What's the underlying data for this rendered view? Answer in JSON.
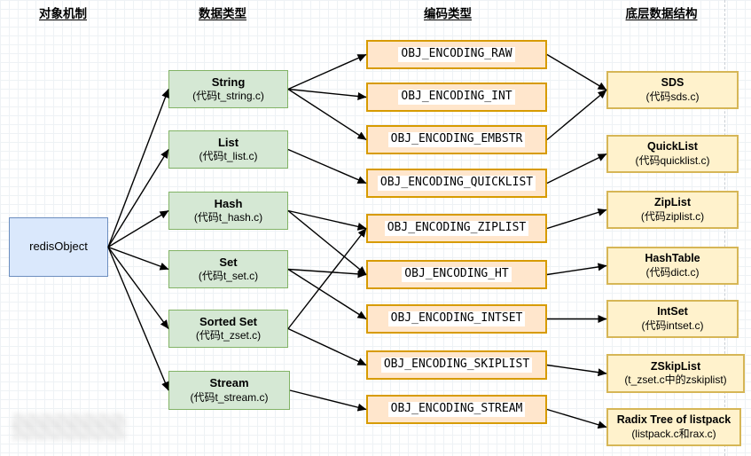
{
  "headers": {
    "col1": "对象机制",
    "col2": "数据类型",
    "col3": "编码类型",
    "col4": "底层数据结构"
  },
  "root": {
    "label": "redisObject"
  },
  "types": [
    {
      "title": "String",
      "sub": "(代码t_string.c)"
    },
    {
      "title": "List",
      "sub": "(代码t_list.c)"
    },
    {
      "title": "Hash",
      "sub": "(代码t_hash.c)"
    },
    {
      "title": "Set",
      "sub": "(代码t_set.c)"
    },
    {
      "title": "Sorted Set",
      "sub": "(代码t_zset.c)"
    },
    {
      "title": "Stream",
      "sub": "(代码t_stream.c)"
    }
  ],
  "encodings": [
    {
      "label": "OBJ_ENCODING_RAW"
    },
    {
      "label": "OBJ_ENCODING_INT"
    },
    {
      "label": "OBJ_ENCODING_EMBSTR"
    },
    {
      "label": "OBJ_ENCODING_QUICKLIST"
    },
    {
      "label": "OBJ_ENCODING_ZIPLIST"
    },
    {
      "label": "OBJ_ENCODING_HT"
    },
    {
      "label": "OBJ_ENCODING_INTSET"
    },
    {
      "label": "OBJ_ENCODING_SKIPLIST"
    },
    {
      "label": "OBJ_ENCODING_STREAM"
    }
  ],
  "structures": [
    {
      "title": "SDS",
      "sub": "(代码sds.c)"
    },
    {
      "title": "QuickList",
      "sub": "(代码quicklist.c)"
    },
    {
      "title": "ZipList",
      "sub": "(代码ziplist.c)"
    },
    {
      "title": "HashTable",
      "sub": "(代码dict.c)"
    },
    {
      "title": "IntSet",
      "sub": "(代码intset.c)"
    },
    {
      "title": "ZSkipList",
      "sub": "(t_zset.c中的zskiplist)"
    },
    {
      "title": "Radix Tree of listpack",
      "sub": "(listpack.c和rax.c)"
    }
  ],
  "edges": [
    {
      "from": "root",
      "to": "type-0"
    },
    {
      "from": "root",
      "to": "type-1"
    },
    {
      "from": "root",
      "to": "type-2"
    },
    {
      "from": "root",
      "to": "type-3"
    },
    {
      "from": "root",
      "to": "type-4"
    },
    {
      "from": "root",
      "to": "type-5"
    },
    {
      "from": "type-0",
      "to": "enc-0"
    },
    {
      "from": "type-0",
      "to": "enc-1"
    },
    {
      "from": "type-0",
      "to": "enc-2"
    },
    {
      "from": "type-1",
      "to": "enc-3"
    },
    {
      "from": "type-2",
      "to": "enc-4"
    },
    {
      "from": "type-2",
      "to": "enc-5"
    },
    {
      "from": "type-3",
      "to": "enc-5"
    },
    {
      "from": "type-3",
      "to": "enc-6"
    },
    {
      "from": "type-4",
      "to": "enc-4"
    },
    {
      "from": "type-4",
      "to": "enc-7"
    },
    {
      "from": "type-5",
      "to": "enc-8"
    },
    {
      "from": "enc-0",
      "to": "st-0"
    },
    {
      "from": "enc-2",
      "to": "st-0"
    },
    {
      "from": "enc-3",
      "to": "st-1"
    },
    {
      "from": "enc-4",
      "to": "st-2"
    },
    {
      "from": "enc-5",
      "to": "st-3"
    },
    {
      "from": "enc-6",
      "to": "st-4"
    },
    {
      "from": "enc-7",
      "to": "st-5"
    },
    {
      "from": "enc-8",
      "to": "st-6"
    }
  ],
  "colors": {
    "root_fill": "#dae8fc",
    "root_border": "#6c8ebf",
    "type_fill": "#d5e8d4",
    "type_border": "#82b366",
    "encoding_fill": "#ffe6cc",
    "encoding_border": "#d79b00",
    "structure_fill": "#fff2cc",
    "structure_border": "#d6b656",
    "arrow": "#000000"
  }
}
